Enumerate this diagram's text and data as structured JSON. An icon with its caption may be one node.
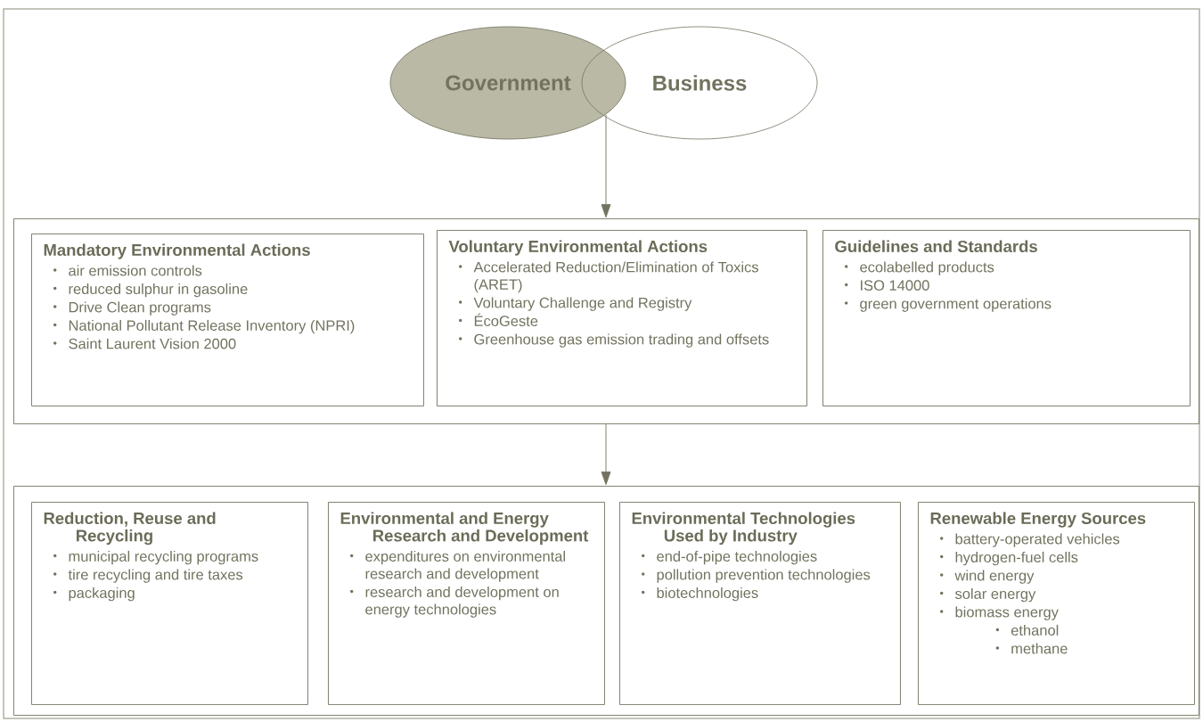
{
  "diagram": {
    "nodes": [
      {
        "text": [
          "Government"
        ]
      },
      {
        "text": [
          "Business"
        ]
      },
      {
        "text": [],
        "shape": "box"
      },
      {
        "text": [
          "Mandatory Environmental Actions",
          "air emission controls",
          "reduced sulphur in gasoline",
          "Drive Clean programs",
          "National Pollutant Release Inventory (NPRI)",
          "Saint Laurent Vision 2000"
        ],
        "in": 2
      },
      {
        "text": [
          "Voluntary Environmental Actions",
          "Accelerated Reduction/Elimination of Toxics (ARET)",
          "Voluntary Challenge and Registry",
          "ÉcoGeste",
          "Greenhouse gas emission trading and offsets"
        ],
        "in": 2
      },
      {
        "text": [
          "Guidelines and Standards",
          "ecolabelled products",
          "ISO 14000",
          "green government operations"
        ],
        "in": 2
      },
      {
        "text": [],
        "shape": "box"
      },
      {
        "text": [
          "Reduction, Reuse and Recycling",
          "municipal recycling programs",
          "tire recycling and tire taxes",
          "packaging"
        ],
        "in": 6
      },
      {
        "text": [
          "Environmental and Energy Research and Development",
          "expenditures on environmental research and development",
          "research and development on energy technologies"
        ],
        "in": 6
      },
      {
        "text": [
          "Environmental Technologies Used by Industry",
          "end-of-pipe technologies",
          "pollution prevention technologies",
          "biotechnologies"
        ],
        "in": 6
      },
      {
        "text": [
          "Renewable Energy Sources",
          "battery-operated vehicles",
          "hydrogen-fuel cells",
          "wind energy",
          "solar energy",
          "biomass energy",
          "ethanol",
          "methane"
        ],
        "in": 6
      }
    ],
    "edges": [
      {
        "from": 0,
        "to": 2,
        "arrow": "to"
      },
      {
        "from": 2,
        "to": 6,
        "arrow": "to"
      }
    ]
  }
}
